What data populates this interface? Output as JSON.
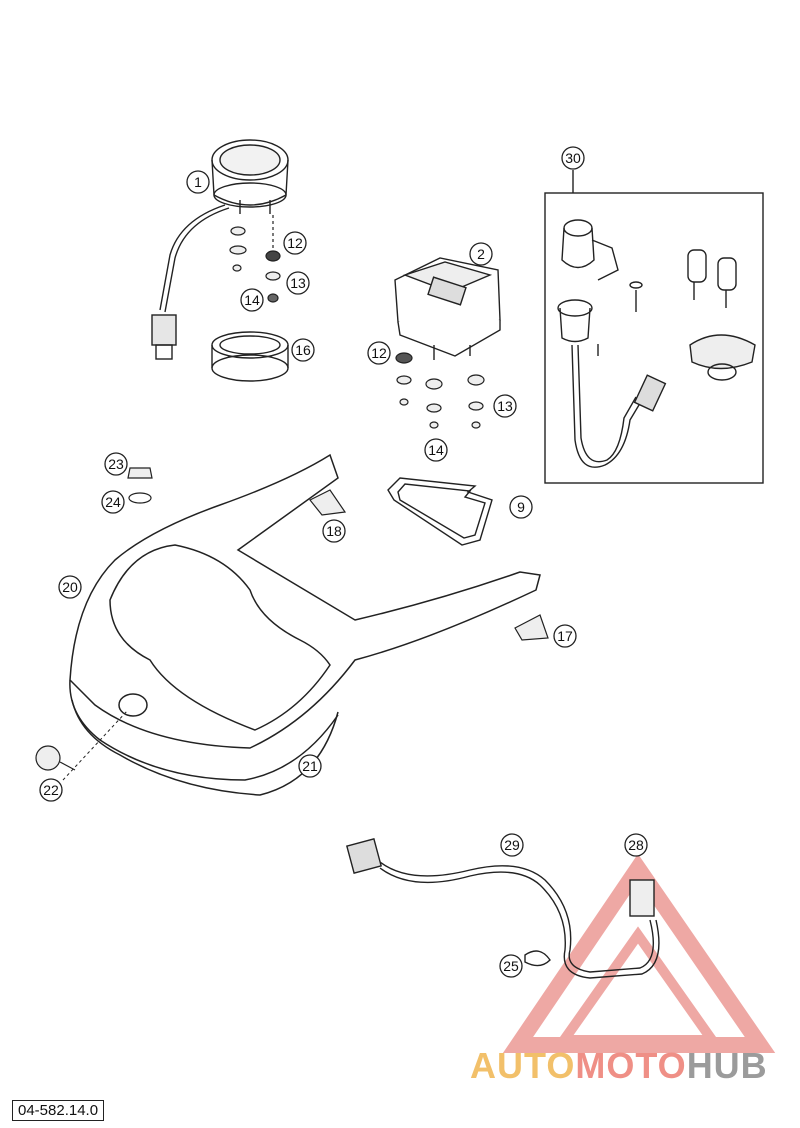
{
  "diagram": {
    "callouts": [
      {
        "id": "c1",
        "label": "1"
      },
      {
        "id": "c2",
        "label": "2"
      },
      {
        "id": "c9",
        "label": "9"
      },
      {
        "id": "c12a",
        "label": "12"
      },
      {
        "id": "c12b",
        "label": "12"
      },
      {
        "id": "c13a",
        "label": "13"
      },
      {
        "id": "c13b",
        "label": "13"
      },
      {
        "id": "c14a",
        "label": "14"
      },
      {
        "id": "c14b",
        "label": "14"
      },
      {
        "id": "c16",
        "label": "16"
      },
      {
        "id": "c17",
        "label": "17"
      },
      {
        "id": "c18",
        "label": "18"
      },
      {
        "id": "c20",
        "label": "20"
      },
      {
        "id": "c21",
        "label": "21"
      },
      {
        "id": "c22",
        "label": "22"
      },
      {
        "id": "c23",
        "label": "23"
      },
      {
        "id": "c24",
        "label": "24"
      },
      {
        "id": "c25",
        "label": "25"
      },
      {
        "id": "c28",
        "label": "28"
      },
      {
        "id": "c29",
        "label": "29"
      },
      {
        "id": "c30",
        "label": "30"
      }
    ],
    "reference_code": "04-582.14.0",
    "watermark": {
      "part1": "AUTO",
      "part2": "MOTO",
      "part3": "HUB"
    },
    "colors": {
      "line": "#222222",
      "watermark_red": "#e98b86",
      "watermark_yellow": "#f2c06a",
      "watermark_grey": "#9b9b9b"
    }
  }
}
